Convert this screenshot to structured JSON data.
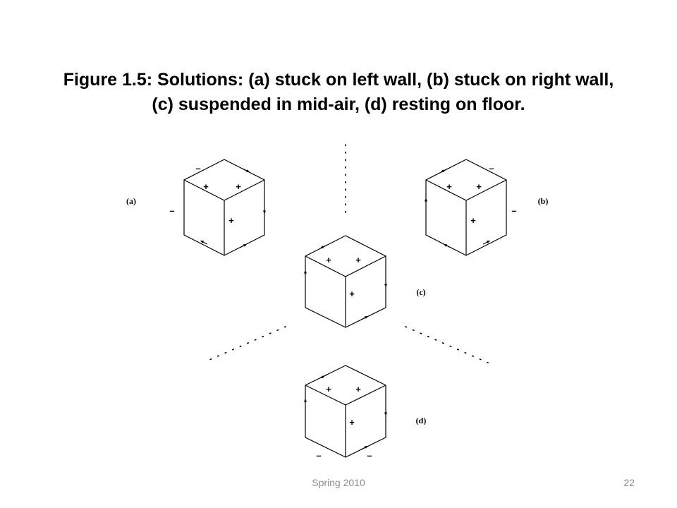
{
  "title": "Figure 1.5: Solutions: (a) stuck on left wall, (b) stuck on right wall, (c) suspended in mid-air, (d) resting on floor.",
  "footer": {
    "date": "Spring 2010",
    "page_number": "22"
  },
  "cubes": [
    {
      "id": "a",
      "label": "(a)",
      "top_signs": [
        "+",
        "+"
      ],
      "front_sign": "+",
      "outer_signs": [
        "–",
        "–"
      ]
    },
    {
      "id": "b",
      "label": "(b)",
      "top_signs": [
        "+",
        "+"
      ],
      "front_sign": "+",
      "outer_signs": [
        "–",
        "–"
      ]
    },
    {
      "id": "c",
      "label": "(c)",
      "top_signs": [
        "+",
        "+"
      ],
      "front_sign": "+",
      "outer_signs": []
    },
    {
      "id": "d",
      "label": "(d)",
      "top_signs": [
        "+",
        "+"
      ],
      "front_sign": "+",
      "outer_signs": [
        "–",
        "–"
      ]
    }
  ],
  "colors": {
    "lines": "#000000",
    "title": "#000000",
    "footer": "#8c8c8c",
    "background": "#ffffff"
  }
}
